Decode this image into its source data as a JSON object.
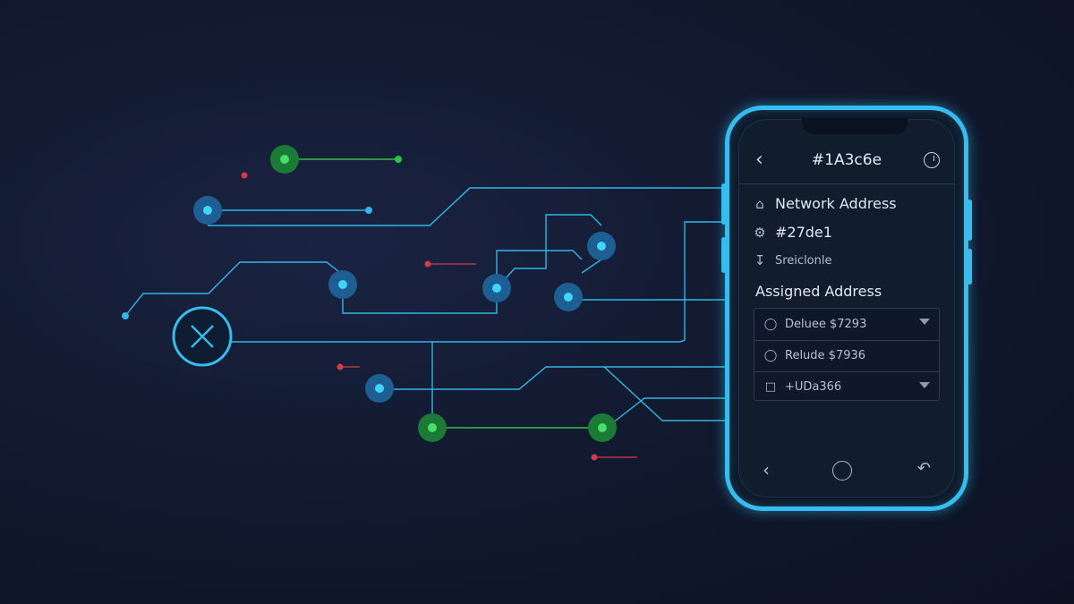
{
  "screen": {
    "title": "#1A3c6e",
    "network_label": "Network Address",
    "address_value": "#27de1",
    "status_text": "Sreiclonle",
    "assigned_label": "Assigned Address",
    "list_items": [
      {
        "label": "Deluee $7293",
        "has_caret": true
      },
      {
        "label": "Relude $7936",
        "has_caret": false
      },
      {
        "label": "+UDa366",
        "has_caret": true
      }
    ]
  },
  "icons": {
    "back": "chevron-left-icon",
    "settings": "gear-icon",
    "home": "home-icon",
    "address": "chip-icon",
    "status": "download-icon",
    "remove": "close-icon"
  },
  "colors": {
    "cyan": "#35bdf0",
    "green": "#2fc24a",
    "red": "#d13c4a",
    "node_blue": "#1e5f93"
  }
}
